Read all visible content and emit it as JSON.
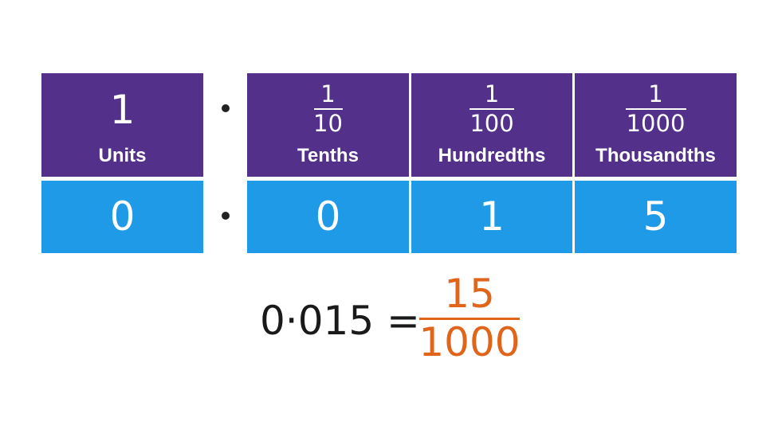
{
  "headers": [
    {
      "value": "1",
      "name": "Units"
    },
    {
      "numerator": "1",
      "denominator": "10",
      "name": "Tenths"
    },
    {
      "numerator": "1",
      "denominator": "100",
      "name": "Hundredths"
    },
    {
      "numerator": "1",
      "denominator": "1000",
      "name": "Thousandths"
    }
  ],
  "digits": [
    "0",
    "0",
    "1",
    "5"
  ],
  "equation": {
    "left": "0·015 =",
    "numerator": "15",
    "denominator": "1000"
  },
  "colors": {
    "header": "#53318a",
    "value_row": "#1f9ae6",
    "fraction": "#e0641a"
  }
}
